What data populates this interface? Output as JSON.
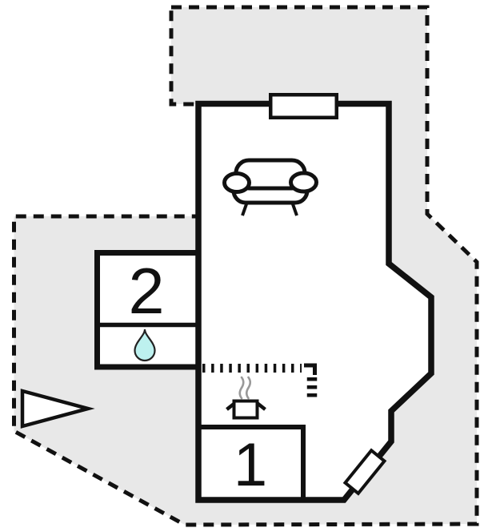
{
  "meta": {
    "type": "floor-plan",
    "description": "House floor plan with plot boundary"
  },
  "colors": {
    "plot": "#e8e8e8",
    "wall": "#111111",
    "room_fill": "#ffffff",
    "water_drop": "#bdf1ef",
    "steam": "#999999"
  },
  "rooms": [
    {
      "label": "2"
    },
    {
      "label": "1"
    }
  ],
  "icons": {
    "sofa": "sofa-icon",
    "stove": "stove-pot-icon",
    "water_drop": "water-drop-icon",
    "window_top": "window-marker",
    "window_diagonal": "window-marker",
    "triangle": "direction-triangle-icon",
    "counter": "counter-dotted-line"
  }
}
